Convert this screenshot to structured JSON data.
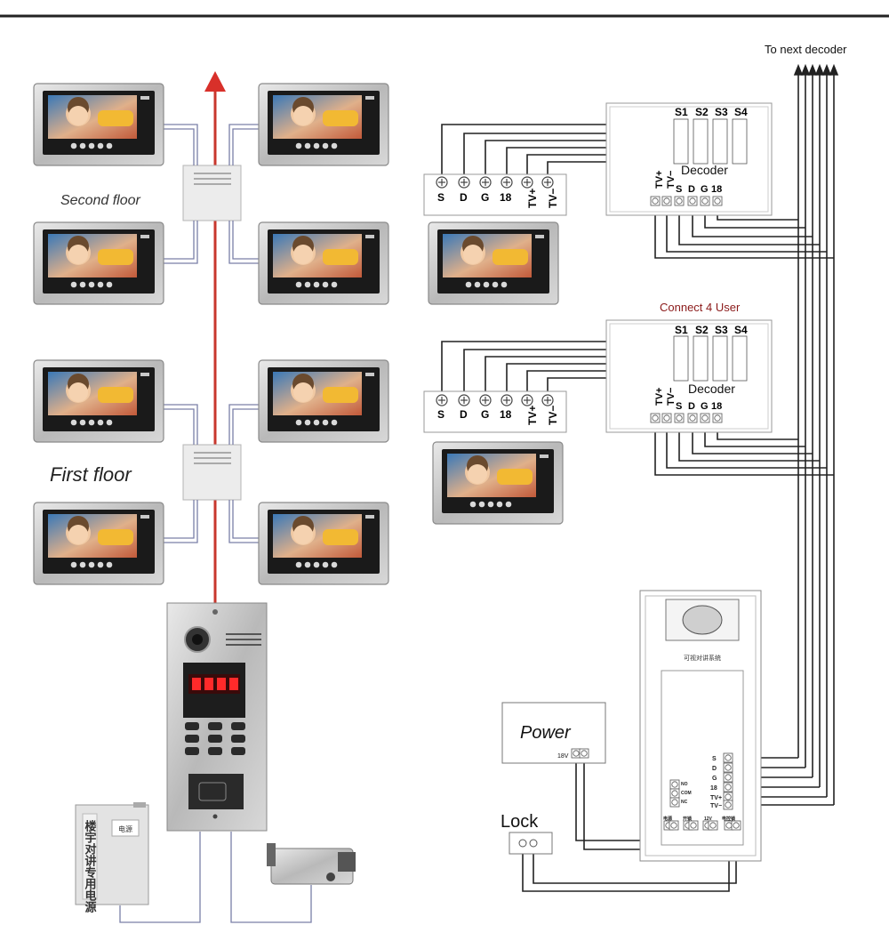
{
  "labels": {
    "second_floor": "Second floor",
    "first_floor": "First floor",
    "to_next_decoder": "To next decoder",
    "connect_4_user": "Connect 4 User",
    "decoder": "Decoder",
    "power": "Power",
    "lock": "Lock",
    "power_voltage": "18V",
    "outdoor_panel_title": "可视对讲系统",
    "power_supply_text": "楼宇对讲专用电源",
    "power_supply_badge": "电源"
  },
  "decoder_outputs": [
    "S1",
    "S2",
    "S3",
    "S4"
  ],
  "decoder_inputs": [
    "TV+",
    "TV−",
    "S",
    "D",
    "G",
    "18"
  ],
  "user_terminals": [
    "S",
    "D",
    "G",
    "18",
    "TV+",
    "TV−"
  ],
  "panel_terminals": [
    "S",
    "D",
    "G",
    "18",
    "TV+",
    "TV−"
  ],
  "panel_bottom_terminals": [
    "电源",
    "开锁",
    "12V",
    "电控锁"
  ],
  "relay_terminals": [
    "NO",
    "COM",
    "NC"
  ],
  "colors": {
    "riser": "#c8372d",
    "wire": "#222222",
    "monitor_wire": "#7a7fa8",
    "connect_label": "#8b1a1a"
  }
}
